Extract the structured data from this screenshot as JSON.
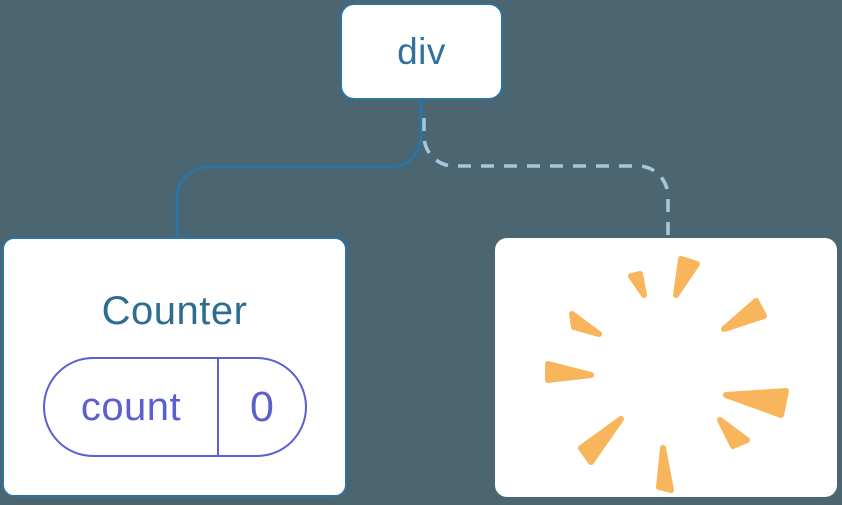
{
  "diagram": {
    "description": "component-tree-diagram",
    "root_node": {
      "label": "div"
    },
    "counter_node": {
      "title": "Counter",
      "state_pill": {
        "key": "count",
        "value": "0"
      },
      "connector": "solid"
    },
    "removed_node": {
      "icon": "poof-starburst",
      "connector": "dashed"
    }
  },
  "colors": {
    "background": "#4b6571",
    "line_blue": "#2b74a3",
    "dashed_line_blue": "#a6c6db",
    "root_label_text": "#31719e",
    "counter_title_text": "#2e6d92",
    "state_indigo": "#5b5fd1",
    "poof_orange": "#f8b55b",
    "card_background": "#ffffff"
  }
}
